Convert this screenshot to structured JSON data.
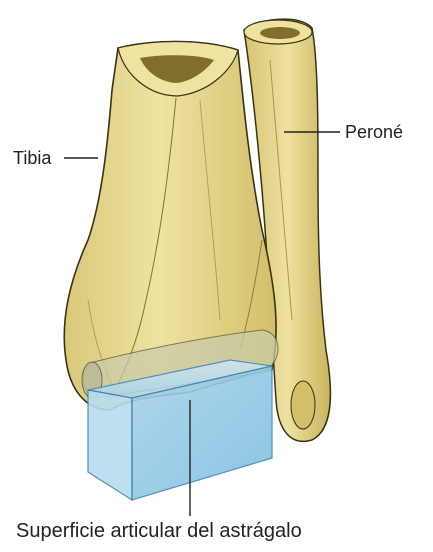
{
  "labels": {
    "tibia": "Tibia",
    "perone": "Peroné",
    "superficie": "Superficie articular del astrágalo"
  },
  "colors": {
    "bone_fill": "#e6d98c",
    "bone_shadow": "#c8b65c",
    "bone_outline": "#3a3214",
    "marrow": "#6b5a18",
    "talus_blue": "#9ccfe8",
    "talus_edge": "#3f86b8",
    "leader_line": "#222222"
  },
  "icons": [
    "tibia-bone",
    "fibula-bone",
    "talus-block"
  ]
}
